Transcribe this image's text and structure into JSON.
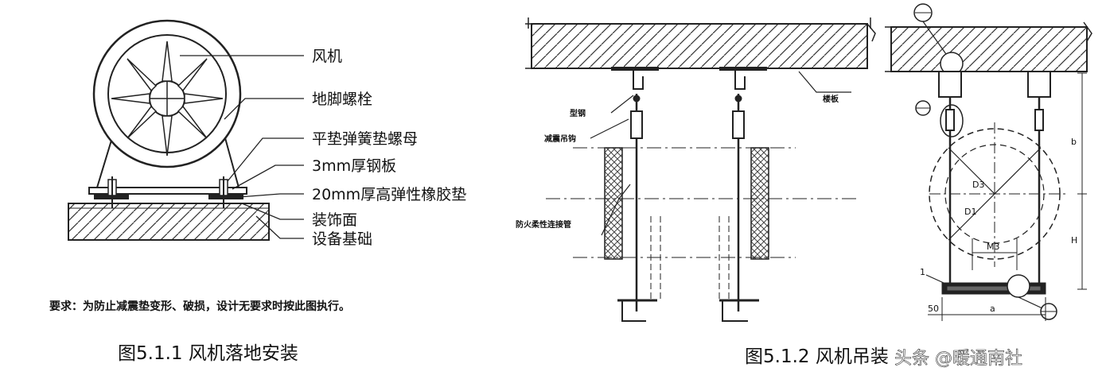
{
  "left_figure": {
    "labels": {
      "fan": "风机",
      "anchor_bolt": "地脚螺栓",
      "washer_nut": "平垫弹簧垫螺母",
      "steel_plate": "3mm厚钢板",
      "rubber_pad": "20mm厚高弹性橡胶垫",
      "finish_surface": "装饰面",
      "foundation": "设备基础"
    },
    "requirement": "要求：为防止减震垫变形、破损，设计无要求时按此图执行。",
    "caption": "图5.1.1  风机落地安装"
  },
  "right_figure": {
    "labels": {
      "beam_steel": "型钢",
      "damper_hanger": "减震吊钩",
      "slab": "楼板",
      "fire_hose": "防火柔性连接管",
      "d3": "D3",
      "d1": "D1",
      "m3": "M3",
      "b": "b",
      "h": "H",
      "num_1": "1",
      "dim_50": "50",
      "dim_a": "a"
    },
    "caption": "图5.1.2  风机吊装"
  },
  "watermark": "头条 @暖通南社"
}
